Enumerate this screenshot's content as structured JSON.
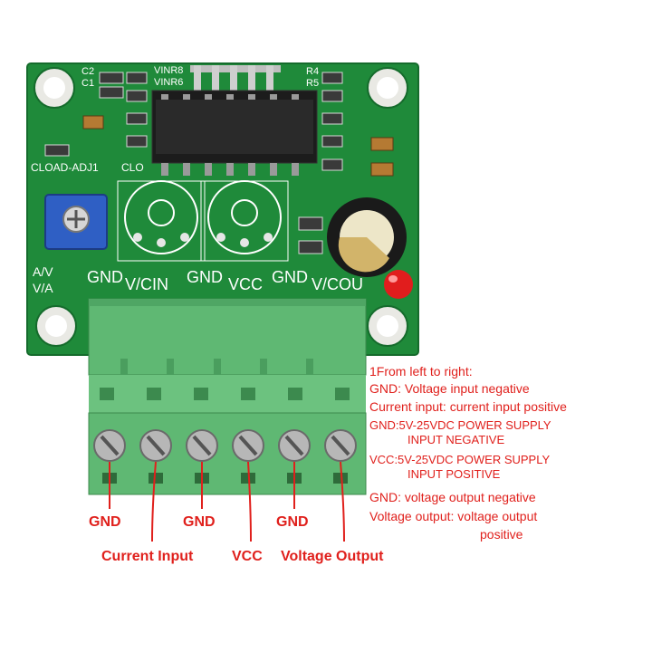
{
  "pcb": {
    "silk_top_left": [
      "C2",
      "C1"
    ],
    "silk_top_mid": "VINR8",
    "silk_top_mid2": "VINR6",
    "silk_top_right": [
      "R4",
      "R5"
    ],
    "silk_cload": "CLOAD-ADJ1",
    "silk_clo": "CLO",
    "silk_av": "A/V",
    "silk_va": "V/A",
    "terminal_labels": [
      "GND",
      "V/CIN",
      "GND",
      "VCC",
      "GND",
      "V/COU"
    ]
  },
  "callouts": {
    "line1": "1From left to right:",
    "line2": "GND: Voltage input negative",
    "line3": "Current input: current input positive",
    "line4a": "GND:5V-25VDC POWER SUPPLY",
    "line4b": "INPUT NEGATIVE",
    "line5a": "VCC:5V-25VDC POWER SUPPLY",
    "line5b": "INPUT POSITIVE",
    "line6": "GND: voltage output negative",
    "line7a": "Voltage output: voltage output",
    "line7b": "positive"
  },
  "pin_labels": {
    "gnd1": "GND",
    "gnd2": "GND",
    "gnd3": "GND",
    "current_input": "Current Input",
    "vcc": "VCC",
    "voltage_output": "Voltage Output"
  },
  "colors": {
    "pcb_green": "#1f8a3a",
    "terminal_green": "#5fb873",
    "callout_red": "#e0201c",
    "pot_blue": "#2f5fc4"
  }
}
